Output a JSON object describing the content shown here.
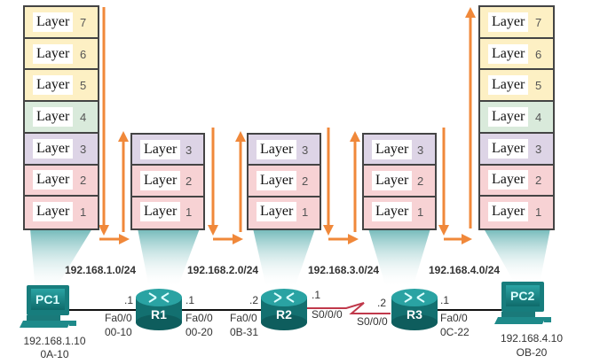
{
  "layer_word": "Layer",
  "stacks": {
    "pc1": [
      {
        "num": "7"
      },
      {
        "num": "6"
      },
      {
        "num": "5"
      },
      {
        "num": "4"
      },
      {
        "num": "3"
      },
      {
        "num": "2"
      },
      {
        "num": "1"
      }
    ],
    "r1": [
      {
        "num": "3"
      },
      {
        "num": "2"
      },
      {
        "num": "1"
      }
    ],
    "r2": [
      {
        "num": "3"
      },
      {
        "num": "2"
      },
      {
        "num": "1"
      }
    ],
    "r3": [
      {
        "num": "3"
      },
      {
        "num": "2"
      },
      {
        "num": "1"
      }
    ],
    "pc2": [
      {
        "num": "7"
      },
      {
        "num": "6"
      },
      {
        "num": "5"
      },
      {
        "num": "4"
      },
      {
        "num": "3"
      },
      {
        "num": "2"
      },
      {
        "num": "1"
      }
    ]
  },
  "networks": [
    "192.168.1.0/24",
    "192.168.2.0/24",
    "192.168.3.0/24",
    "192.168.4.0/24"
  ],
  "devices": {
    "pc1": {
      "name": "PC1",
      "ip": "192.168.1.10",
      "mac": "0A-10"
    },
    "r1": {
      "name": "R1"
    },
    "r2": {
      "name": "R2"
    },
    "r3": {
      "name": "R3"
    },
    "pc2": {
      "name": "PC2",
      "ip": "192.168.4.10",
      "mac": "OB-20"
    }
  },
  "interfaces": {
    "r1_left": {
      "host": ".1",
      "port": "Fa0/0",
      "mac": "00-10"
    },
    "r1_right": {
      "host": ".1",
      "port": "Fa0/0",
      "mac": "00-20"
    },
    "r2_left": {
      "host": ".2",
      "port": "Fa0/0",
      "mac": "0B-31"
    },
    "r2_right": {
      "host": ".1",
      "port": "S0/0/0"
    },
    "r3_left": {
      "host": ".2",
      "port": "S0/0/0"
    },
    "r3_right": {
      "host": ".1",
      "port": "Fa0/0",
      "mac": "0C-22"
    }
  },
  "colors": {
    "arrow": "#f0883a",
    "device": "#1e8a8a",
    "serial": "#c0394b",
    "upper_layers": "#fdf0c4",
    "layer4": "#d9eadb",
    "layer3": "#ddd4e6",
    "lower_layers": "#f7d2d4"
  }
}
